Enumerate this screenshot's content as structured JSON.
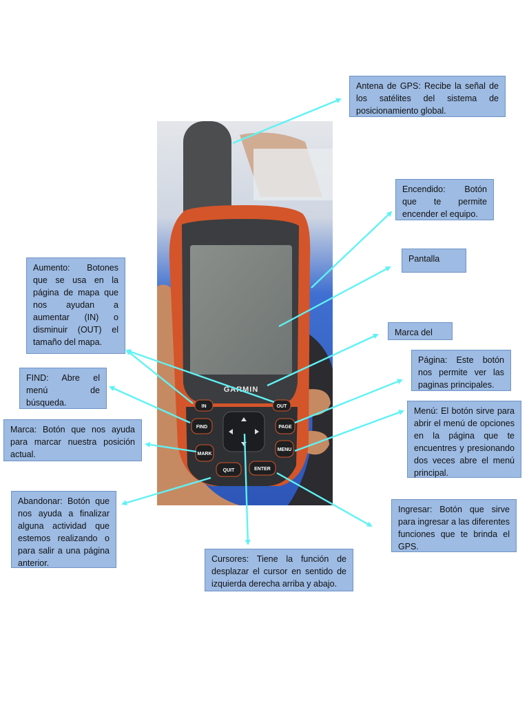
{
  "device": {
    "brand": "GARMIN",
    "buttons": {
      "in": "IN",
      "out": "OUT",
      "find": "FIND",
      "page": "PAGE",
      "mark": "MARK",
      "menu": "MENU",
      "quit": "QUIT",
      "enter": "ENTER"
    }
  },
  "callouts": {
    "antena": "Antena de GPS: Recibe la señal de los satélites del sistema de posicionamiento global.",
    "encendido": "Encendido: Botón que te permite encender el equipo.",
    "pantalla": "Pantalla",
    "marca_del": "Marca del",
    "pagina": "Página: Este botón nos permite ver las paginas principales.",
    "menu": "Menú: El botón sirve para abrir el menú de opciones en la página que te encuentres y presionando dos veces abre el menú principal.",
    "ingresar": "Ingresar: Botón que sirve para ingresar a las diferentes funciones que te brinda el GPS.",
    "cursores": "Cursores: Tiene la función de desplazar el cursor en sentido de izquierda derecha arriba y abajo.",
    "abandonar": "Abandonar: Botón que nos ayuda a finalizar alguna actividad que estemos realizando o para salir a una página anterior.",
    "marca": "Marca: Botón que nos ayuda para marcar nuestra posición actual.",
    "find": "FIND: Abre el menú de búsqueda.",
    "aumento": "Aumento: Botones que se usa en la página de mapa que nos ayudan a aumentar (IN) o disminuir (OUT) el tamaño del mapa."
  },
  "colors": {
    "callout_fill": "#9dbbe3",
    "callout_border": "#6f93c6",
    "arrow": "#5ff2f5",
    "device_orange": "#d4552a",
    "device_body": "#3b3d40"
  }
}
